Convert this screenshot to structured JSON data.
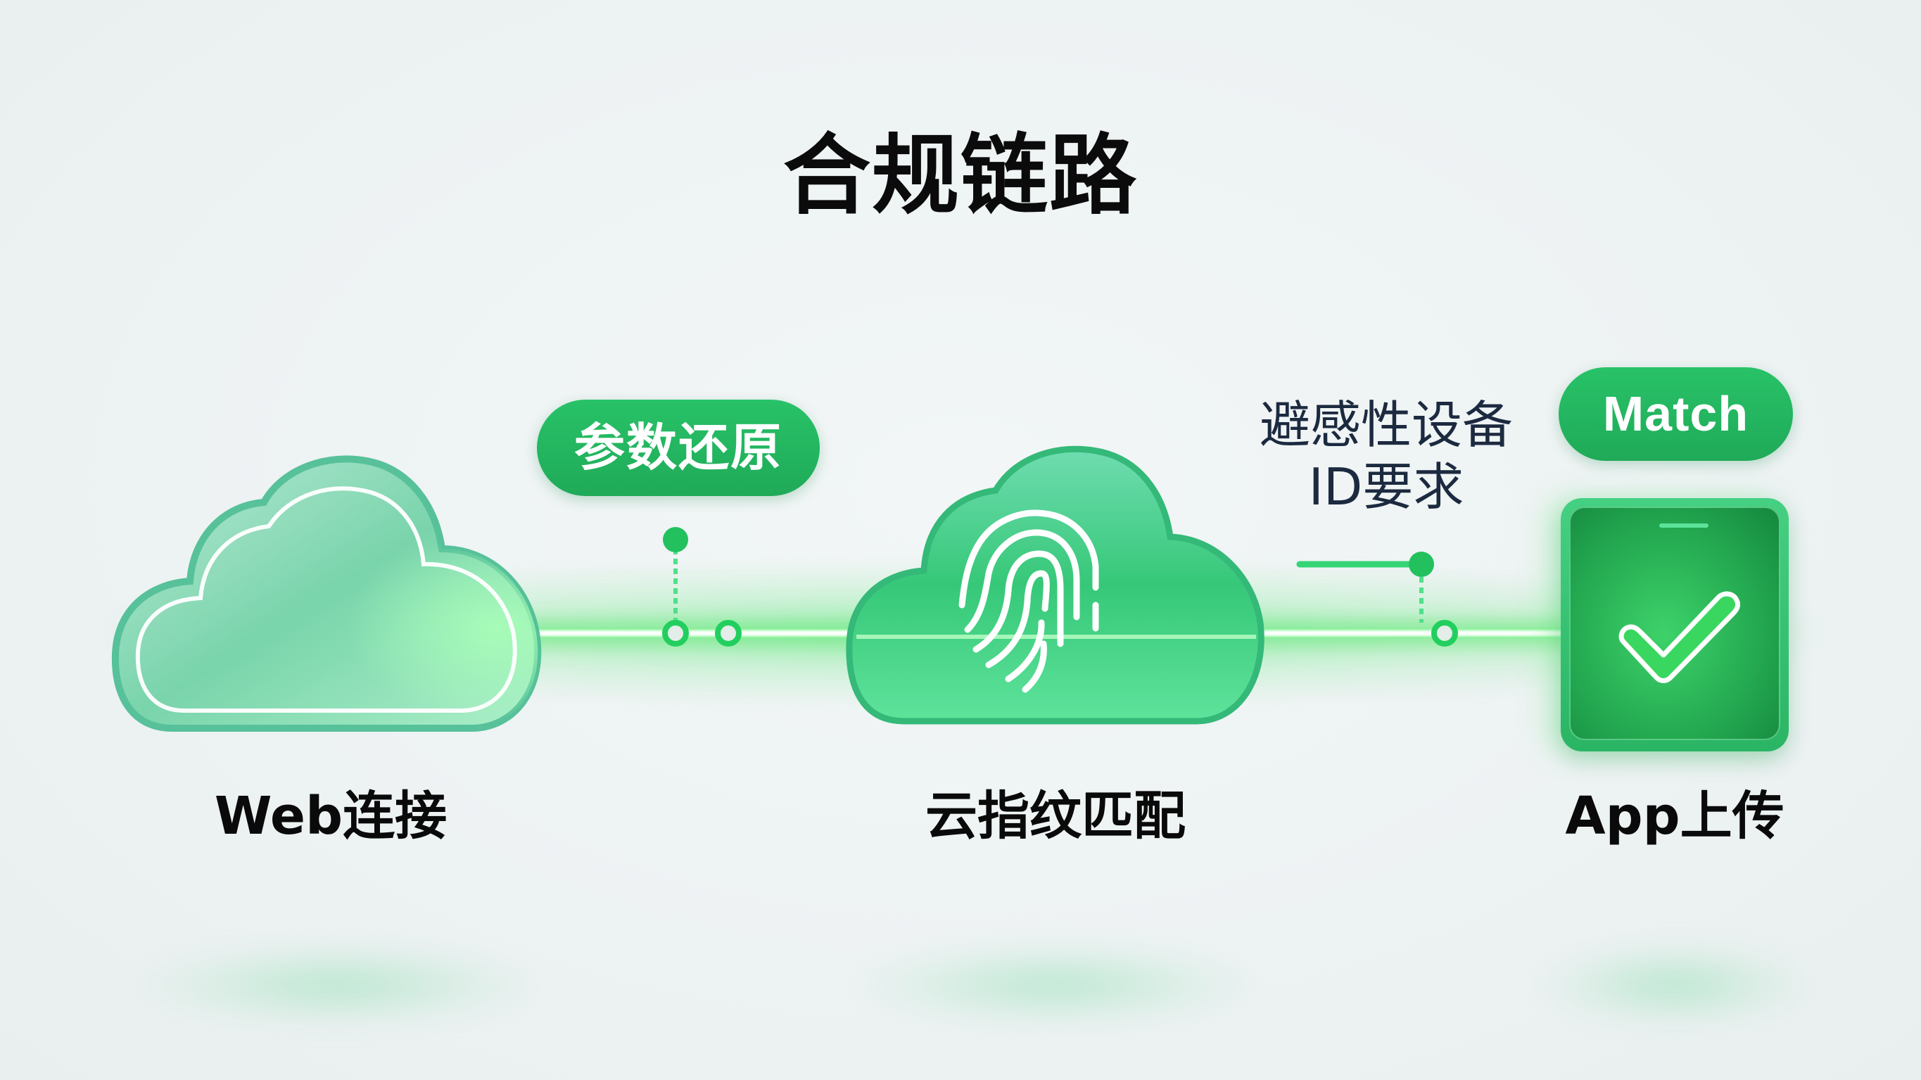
{
  "title": "合规链路",
  "colors": {
    "accent_green": "#22b45c",
    "beam_glow": "#7cf08d",
    "text_dark": "#0a0a0a",
    "note_text": "#1c2a40",
    "background": "#eef3f3"
  },
  "steps": [
    {
      "label": "Web连接",
      "icon": "cloud-icon"
    },
    {
      "label": "云指纹匹配",
      "icon": "fingerprint-cloud-icon"
    },
    {
      "label": "App上传",
      "icon": "phone-check-icon"
    }
  ],
  "annotations": {
    "params_pill": "参数还原",
    "sensitive_note_line1": "避感性设备",
    "sensitive_note_line2": "ID要求",
    "match_pill": "Match"
  }
}
